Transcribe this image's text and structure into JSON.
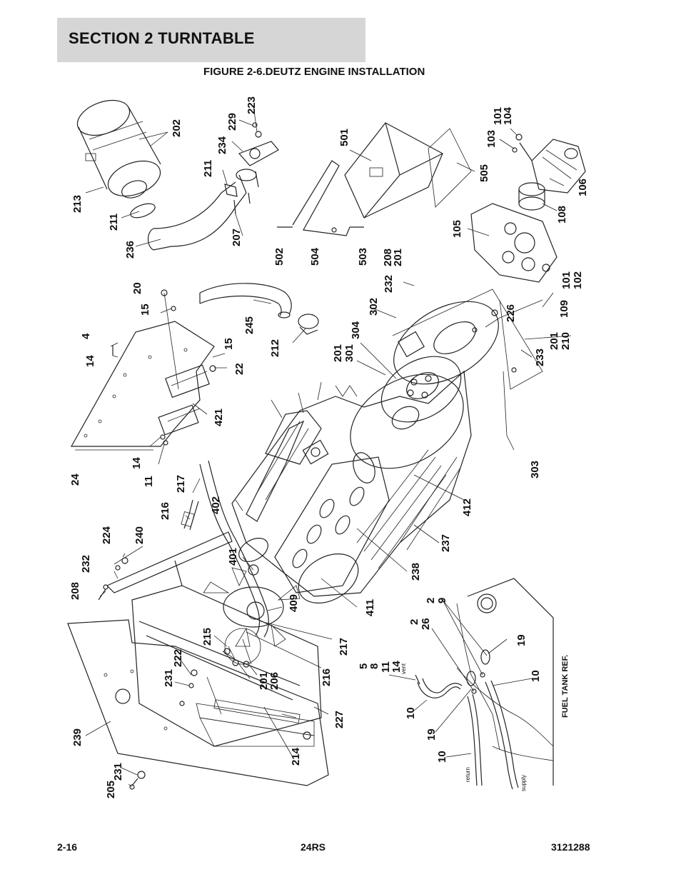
{
  "header": {
    "section_title": "SECTION 2   TURNTABLE",
    "figure_title": "FIGURE 2-6.DEUTZ ENGINE INSTALLATION"
  },
  "footer": {
    "page_number": "2-16",
    "model": "24RS",
    "doc_number": "3121288"
  },
  "diagram": {
    "callouts": [
      "202",
      "223",
      "229",
      "234",
      "211",
      "213",
      "211",
      "207",
      "236",
      "501",
      "505",
      "502",
      "504",
      "503",
      "101",
      "104",
      "103",
      "106",
      "108",
      "105",
      "208",
      "201",
      "232",
      "20",
      "15",
      "4",
      "14",
      "15",
      "22",
      "245",
      "212",
      "302",
      "226",
      "201",
      "210",
      "233",
      "101",
      "102",
      "109",
      "304",
      "201",
      "301",
      "421",
      "24",
      "14",
      "11",
      "217",
      "216",
      "402",
      "303",
      "412",
      "224",
      "232",
      "240",
      "208",
      "401",
      "409",
      "237",
      "238",
      "411",
      "215",
      "222",
      "231",
      "201",
      "206",
      "217",
      "216",
      "239",
      "227",
      "214",
      "231",
      "205",
      "2",
      "9",
      "2",
      "26",
      "5",
      "8",
      "11",
      "14",
      "19",
      "10",
      "10",
      "19",
      "10"
    ],
    "small_labels": {
      "vent": "vent",
      "return": "return",
      "supply": "supply"
    },
    "fuel_tank_ref": "FUEL TANK REF."
  }
}
